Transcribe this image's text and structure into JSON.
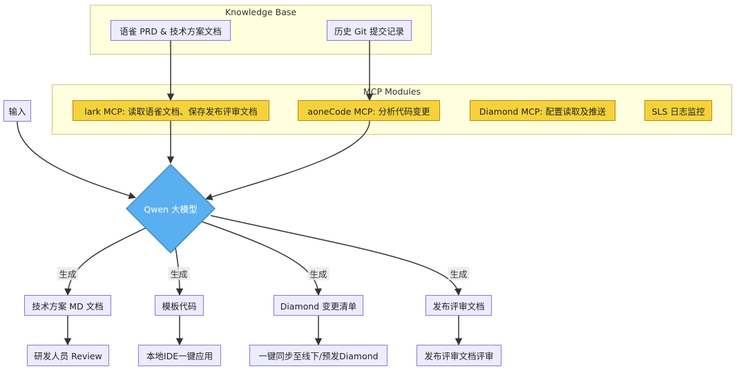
{
  "clusters": {
    "knowledge_base": "Knowledge Base",
    "mcp_modules": "MCP Modules"
  },
  "nodes": {
    "input": "输入",
    "yuque_doc": "语雀 PRD & 技术方案文档",
    "git_history": "历史 Git 提交记录",
    "lark_mcp": "lark MCP: 读取语雀文档、保存发布评审文档",
    "aonecode_mcp": "aoneCode MCP: 分析代码变更",
    "diamond_mcp": "Diamond MCP: 配置读取及推送",
    "sls": "SLS 日志监控",
    "qwen": "Qwen 大模型",
    "tech_md": "技术方案 MD 文档",
    "template_code": "模板代码",
    "diamond_changes": "Diamond 变更清单",
    "release_doc": "发布评审文档",
    "dev_review": "研发人员 Review",
    "local_ide": "本地IDE一键应用",
    "sync_diamond": "一键同步至线下/预发Diamond",
    "release_review": "发布评审文档评审"
  },
  "edge_labels": [
    "生成",
    "生成",
    "生成",
    "生成"
  ],
  "colors": {
    "cluster_fill": "#ffffde",
    "node_fill": "#ececff",
    "node_border": "#9370db",
    "mcp_fill": "#f5d23c",
    "qwen_fill": "#5aaff0",
    "edge": "#333333"
  }
}
